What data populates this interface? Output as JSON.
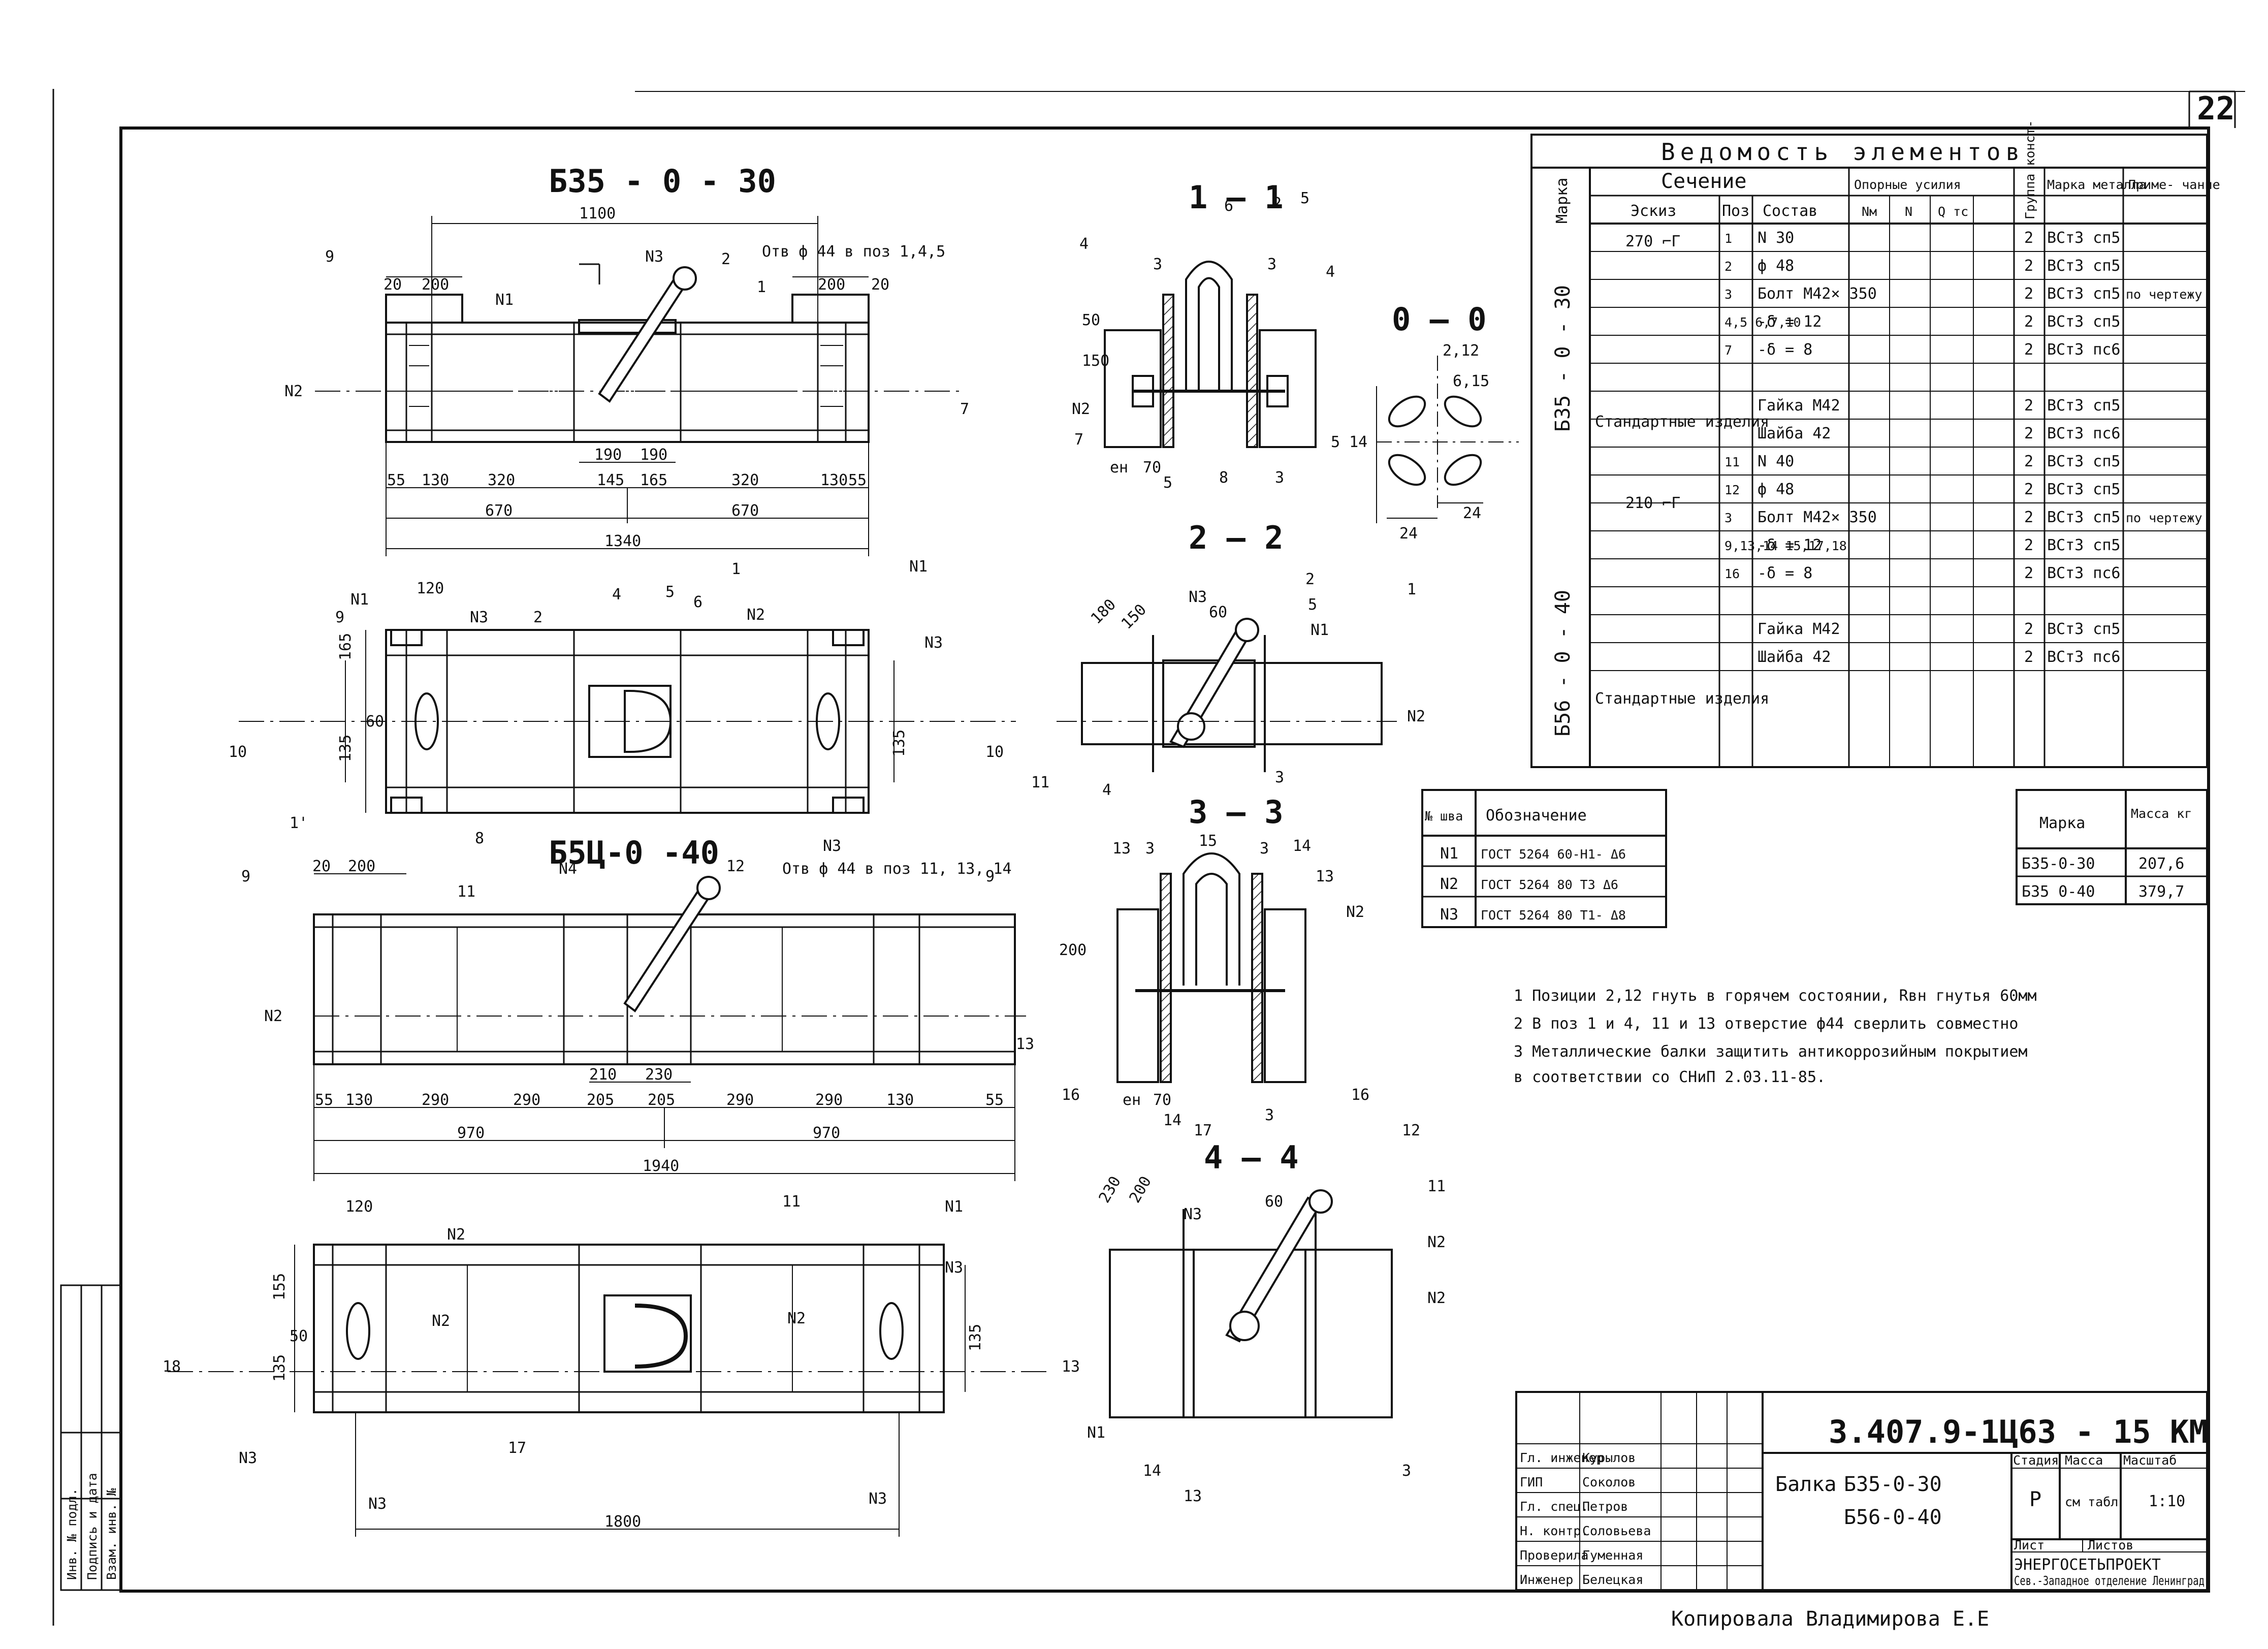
{
  "sheet": {
    "page_number": "22",
    "copied_by": "Копировала Владимирова Е.Е"
  },
  "views": {
    "beam1_title": "Б35 - 0 - 30",
    "beam2_title": "Б5Ц-0 -40",
    "sec11": "1 — 1",
    "sec22": "2 — 2",
    "sec33": "3 — 3",
    "sec44": "4 — 4",
    "sec00": "0 — 0"
  },
  "beam1": {
    "dims_top": [
      "1100",
      "20",
      "200",
      "20",
      "200"
    ],
    "note_holes": "Отв ф 44 в поз 1,4,5",
    "dims_inner": [
      "190",
      "190"
    ],
    "dims_bottom": [
      "55",
      "130",
      "320",
      "145",
      "165",
      "320",
      "130",
      "55"
    ],
    "half_dims": [
      "670",
      "670"
    ],
    "total": "1340",
    "plan_dims": [
      "120",
      "165",
      "60",
      "135",
      "135"
    ],
    "pos_labels": [
      "9",
      "N1",
      "N3",
      "2",
      "1",
      "N2",
      "7",
      "4",
      "5",
      "6",
      "10",
      "8",
      "1'",
      "N3"
    ]
  },
  "beam2": {
    "dims_top": [
      "20",
      "200"
    ],
    "note_holes": "Отв ф 44 в поз 11, 13, 14",
    "dims_inner": [
      "210",
      "230"
    ],
    "dims_bottom": [
      "55",
      "130",
      "290",
      "290",
      "205",
      "205",
      "290",
      "290",
      "130",
      "55"
    ],
    "half_dims": [
      "970",
      "970"
    ],
    "total": "1940",
    "plan_dims": [
      "120",
      "155",
      "50",
      "135",
      "135"
    ],
    "plan_total": "1800",
    "pos_labels": [
      "9",
      "11",
      "N4",
      "12",
      "9",
      "N2",
      "13",
      "N1",
      "N3",
      "N2",
      "18",
      "17",
      "N3",
      "N3"
    ]
  },
  "sections": {
    "s11": [
      "6",
      "2",
      "5",
      "4",
      "3",
      "3",
      "4",
      "50",
      "150",
      "N2",
      "7",
      "ен",
      "70",
      "5",
      "8",
      "3"
    ],
    "s00": [
      "2,12",
      "6,15",
      "5 14",
      "24",
      "24"
    ],
    "s22": [
      "180",
      "150",
      "N3",
      "60",
      "2",
      "5",
      "N1",
      "1",
      "N2",
      "11",
      "4",
      "3"
    ],
    "s33": [
      "13",
      "3",
      "15",
      "3",
      "14",
      "13",
      "200",
      "N2",
      "16",
      "ен",
      "70",
      "14",
      "17",
      "3",
      "16"
    ],
    "s44": [
      "230",
      "200",
      "60",
      "12",
      "11",
      "N3",
      "N2",
      "N2",
      "N1",
      "14",
      "13",
      "3"
    ]
  },
  "welds": {
    "headers": [
      "№ шва",
      "Обозначение"
    ],
    "rows": [
      [
        "N1",
        "ГОСТ 5264 60-Н1- Δ6"
      ],
      [
        "N2",
        "ГОСТ 5264 80 Т3 Δ6"
      ],
      [
        "N3",
        "ГОСТ 5264 80 Т1- Δ8"
      ]
    ]
  },
  "notes": [
    "1 Позиции 2,12 гнуть в горячем состоянии, Rвн гнутья 60мм",
    "2 В поз 1 и 4, 11 и 13 отверстие ф44 сверлить совместно",
    "3 Металлические балки защитить антикоррозийным покрытием",
    "   в соответствии со СНиП 2.03.11-85."
  ],
  "vedomost": {
    "title": "Ведомость элементов",
    "col_marka": "Марка",
    "col_sechenie": "Сечение",
    "col_eskiz": "Эскиз",
    "col_poz": "Поз",
    "col_sostav": "Состав",
    "col_opor": "Опорные усилия",
    "opor_sub": [
      "Nм",
      "N",
      "Q тс"
    ],
    "col_gruppa": "Группа конст-",
    "col_metal": "Марка металла",
    "col_prim": "Приме- чание",
    "group1": "Б35 - 0 - 30",
    "group2": "Б56 - 0 - 40",
    "sketch1": "270 ⌐Г",
    "sketch2": "210 ⌐Г",
    "standard": "Стандартные изделия",
    "rows1": [
      {
        "poz": "1",
        "sostav": "N 30",
        "gr": "2",
        "metal": "ВСт3 сп5",
        "prim": ""
      },
      {
        "poz": "2",
        "sostav": "ф 48",
        "gr": "2",
        "metal": "ВСт3 сп5",
        "prim": ""
      },
      {
        "poz": "3",
        "sostav": "Болт М42× 350",
        "gr": "2",
        "metal": "ВСт3 сп5",
        "prim": "по чертежу"
      },
      {
        "poz": "4,5 6,7,10",
        "sostav": "-δ = 12",
        "gr": "2",
        "metal": "ВСт3 сп5",
        "prim": ""
      },
      {
        "poz": "7",
        "sostav": "-δ = 8",
        "gr": "2",
        "metal": "ВСт3 пс6",
        "prim": ""
      }
    ],
    "std1": [
      {
        "sostav": "Гайка М42",
        "gr": "2",
        "metal": "ВСт3 сп5"
      },
      {
        "sostav": "Шайба 42",
        "gr": "2",
        "metal": "ВСт3 пс6"
      }
    ],
    "rows2": [
      {
        "poz": "11",
        "sostav": "N 40",
        "gr": "2",
        "metal": "ВСт3 сп5",
        "prim": ""
      },
      {
        "poz": "12",
        "sostav": "ф 48",
        "gr": "2",
        "metal": "ВСт3 сп5",
        "prim": ""
      },
      {
        "poz": "3",
        "sostav": "Болт М42× 350",
        "gr": "2",
        "metal": "ВСт3 сп5",
        "prim": "по чертежу"
      },
      {
        "poz": "9,13,14 15,17,18",
        "sostav": "-δ = 12",
        "gr": "2",
        "metal": "ВСт3 сп5",
        "prim": ""
      },
      {
        "poz": "16",
        "sostav": "-δ = 8",
        "gr": "2",
        "metal": "ВСт3 пс6",
        "prim": ""
      }
    ],
    "std2": [
      {
        "sostav": "Гайка М42",
        "gr": "2",
        "metal": "ВСт3 сп5"
      },
      {
        "sostav": "Шайба 42",
        "gr": "2",
        "metal": "ВСт3 пс6"
      }
    ]
  },
  "mass_table": {
    "headers": [
      "Марка",
      "Масса кг"
    ],
    "rows": [
      [
        "Б35-0-30",
        "207,6"
      ],
      [
        "Б35 0-40",
        "379,7"
      ]
    ]
  },
  "title_block": {
    "code": "3.407.9-1Ц63 - 15 КМ",
    "name_prefix": "Балка",
    "name1": "Б35-0-30",
    "name2": "Б56-0-40",
    "stadia_h": "Стадия",
    "massa_h": "Масса",
    "masshtab_h": "Масштаб",
    "stadia": "Р",
    "massa": "см табл",
    "masshtab": "1:10",
    "list_h": "Лист",
    "listov_h": "Листов",
    "org": "ЭНЕРГОСЕТЬПРОЕКТ",
    "org_sub": "Сев.-Западное отделение Ленинград",
    "roles": [
      [
        "Гл. инженер",
        "Курылов"
      ],
      [
        "ГИП",
        "Соколов"
      ],
      [
        "Гл. спец.",
        "Петров"
      ],
      [
        "Н. контр.",
        "Соловьева"
      ],
      [
        "Проверила",
        "Гуменная"
      ],
      [
        "Инженер",
        "Белецкая"
      ]
    ]
  },
  "side_stamp": [
    "Инв. № подл.",
    "Подпись и дата",
    "Взам. инв. №"
  ]
}
